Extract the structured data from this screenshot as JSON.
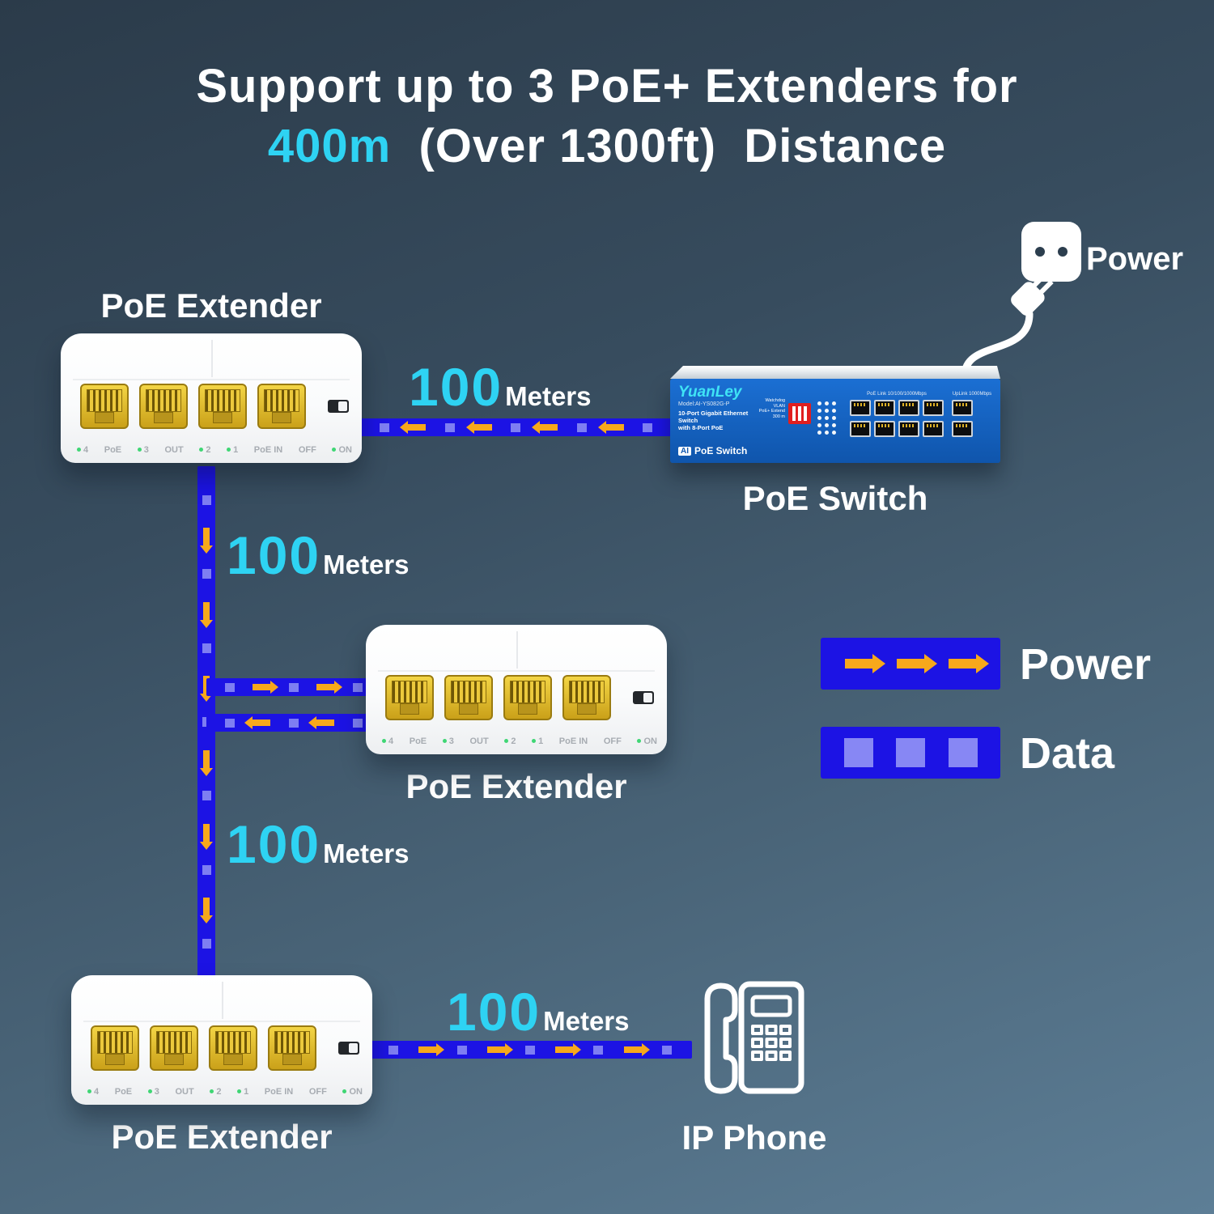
{
  "title": {
    "line1": "Support up to 3 PoE+ Extenders for",
    "highlight": "400m",
    "line2_rest": "  (Over 1300ft)  Distance"
  },
  "power_source": {
    "label": "Power"
  },
  "switch": {
    "label": "PoE Switch",
    "brand": "YuanLey",
    "model": "Model:AI-YS082G-P",
    "desc_line1": "10-Port Gigabit Ethernet Switch",
    "desc_line2": "with 8-Port PoE",
    "dip_labels": [
      "Watchdog",
      "VLAN",
      "PoE+ Extend 300 m"
    ],
    "ai_badge": "AI",
    "ai_text": "PoE Switch",
    "poe_ports_label": "PoE Link 10/100/1000Mbps",
    "uplink_ports_label": "UpLink 1000Mbps"
  },
  "extenders": [
    {
      "label": "PoE Extender"
    },
    {
      "label": "PoE Extender"
    },
    {
      "label": "PoE Extender"
    }
  ],
  "extender_panel": {
    "n4": "4",
    "poe": "PoE",
    "n3": "3",
    "out": "OUT",
    "n2": "2",
    "n1": "1",
    "poe_in": "PoE IN",
    "off": "OFF",
    "on": "ON"
  },
  "distances": [
    {
      "value": "100",
      "unit": "Meters"
    },
    {
      "value": "100",
      "unit": "Meters"
    },
    {
      "value": "100",
      "unit": "Meters"
    },
    {
      "value": "100",
      "unit": "Meters"
    }
  ],
  "phone": {
    "label": "IP Phone"
  },
  "legend": {
    "power": "Power",
    "data": "Data"
  },
  "colors": {
    "cyan_accent": "#2ED3F3",
    "cable_blue": "#1C13E4",
    "power_arrow_yellow": "#F7A81B",
    "data_square_blue": "#8787F4",
    "port_gold": "#E3BC25",
    "switch_blue": "#1665CB"
  }
}
